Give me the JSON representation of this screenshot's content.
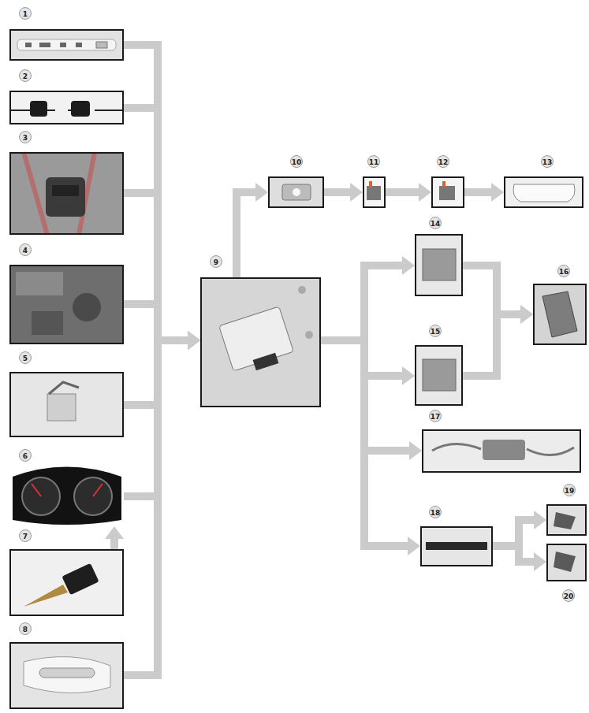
{
  "diagram": {
    "nodes": [
      {
        "text": [
          "1"
        ]
      },
      {
        "text": [
          "2"
        ]
      },
      {
        "text": [
          "3"
        ]
      },
      {
        "text": [
          "4"
        ]
      },
      {
        "text": [
          "5"
        ]
      },
      {
        "text": [
          "6"
        ]
      },
      {
        "text": [
          "7"
        ]
      },
      {
        "text": [
          "8"
        ]
      },
      {
        "text": [
          "9"
        ]
      },
      {
        "text": [
          "10"
        ]
      },
      {
        "text": [
          "11"
        ]
      },
      {
        "text": [
          "12"
        ]
      },
      {
        "text": [
          "13"
        ]
      },
      {
        "text": [
          "14"
        ]
      },
      {
        "text": [
          "15"
        ]
      },
      {
        "text": [
          "16"
        ]
      },
      {
        "text": [
          "17"
        ]
      },
      {
        "text": [
          "18"
        ]
      },
      {
        "text": [
          "19"
        ]
      },
      {
        "text": [
          "20"
        ]
      }
    ],
    "edges": [
      {
        "from": 0,
        "to": 8,
        "arrow": "to"
      },
      {
        "from": 1,
        "to": 8,
        "arrow": "to"
      },
      {
        "from": 2,
        "to": 8,
        "arrow": "to"
      },
      {
        "from": 3,
        "to": 8,
        "arrow": "to"
      },
      {
        "from": 4,
        "to": 8,
        "arrow": "to"
      },
      {
        "from": 5,
        "to": 8,
        "arrow": "to"
      },
      {
        "from": 6,
        "to": 5,
        "arrow": "to"
      },
      {
        "from": 7,
        "to": 8,
        "arrow": "to"
      },
      {
        "from": 8,
        "to": 9,
        "arrow": "to"
      },
      {
        "from": 9,
        "to": 10,
        "arrow": "to"
      },
      {
        "from": 10,
        "to": 11,
        "arrow": "to"
      },
      {
        "from": 11,
        "to": 12,
        "arrow": "to"
      },
      {
        "from": 8,
        "to": 13,
        "arrow": "to"
      },
      {
        "from": 8,
        "to": 14,
        "arrow": "to"
      },
      {
        "from": 8,
        "to": 16,
        "arrow": "to"
      },
      {
        "from": 8,
        "to": 17,
        "arrow": "to"
      },
      {
        "from": 13,
        "to": 15,
        "arrow": "to"
      },
      {
        "from": 14,
        "to": 15,
        "arrow": "to"
      },
      {
        "from": 17,
        "to": 18,
        "arrow": "to"
      },
      {
        "from": 17,
        "to": 19,
        "arrow": "to"
      }
    ]
  }
}
